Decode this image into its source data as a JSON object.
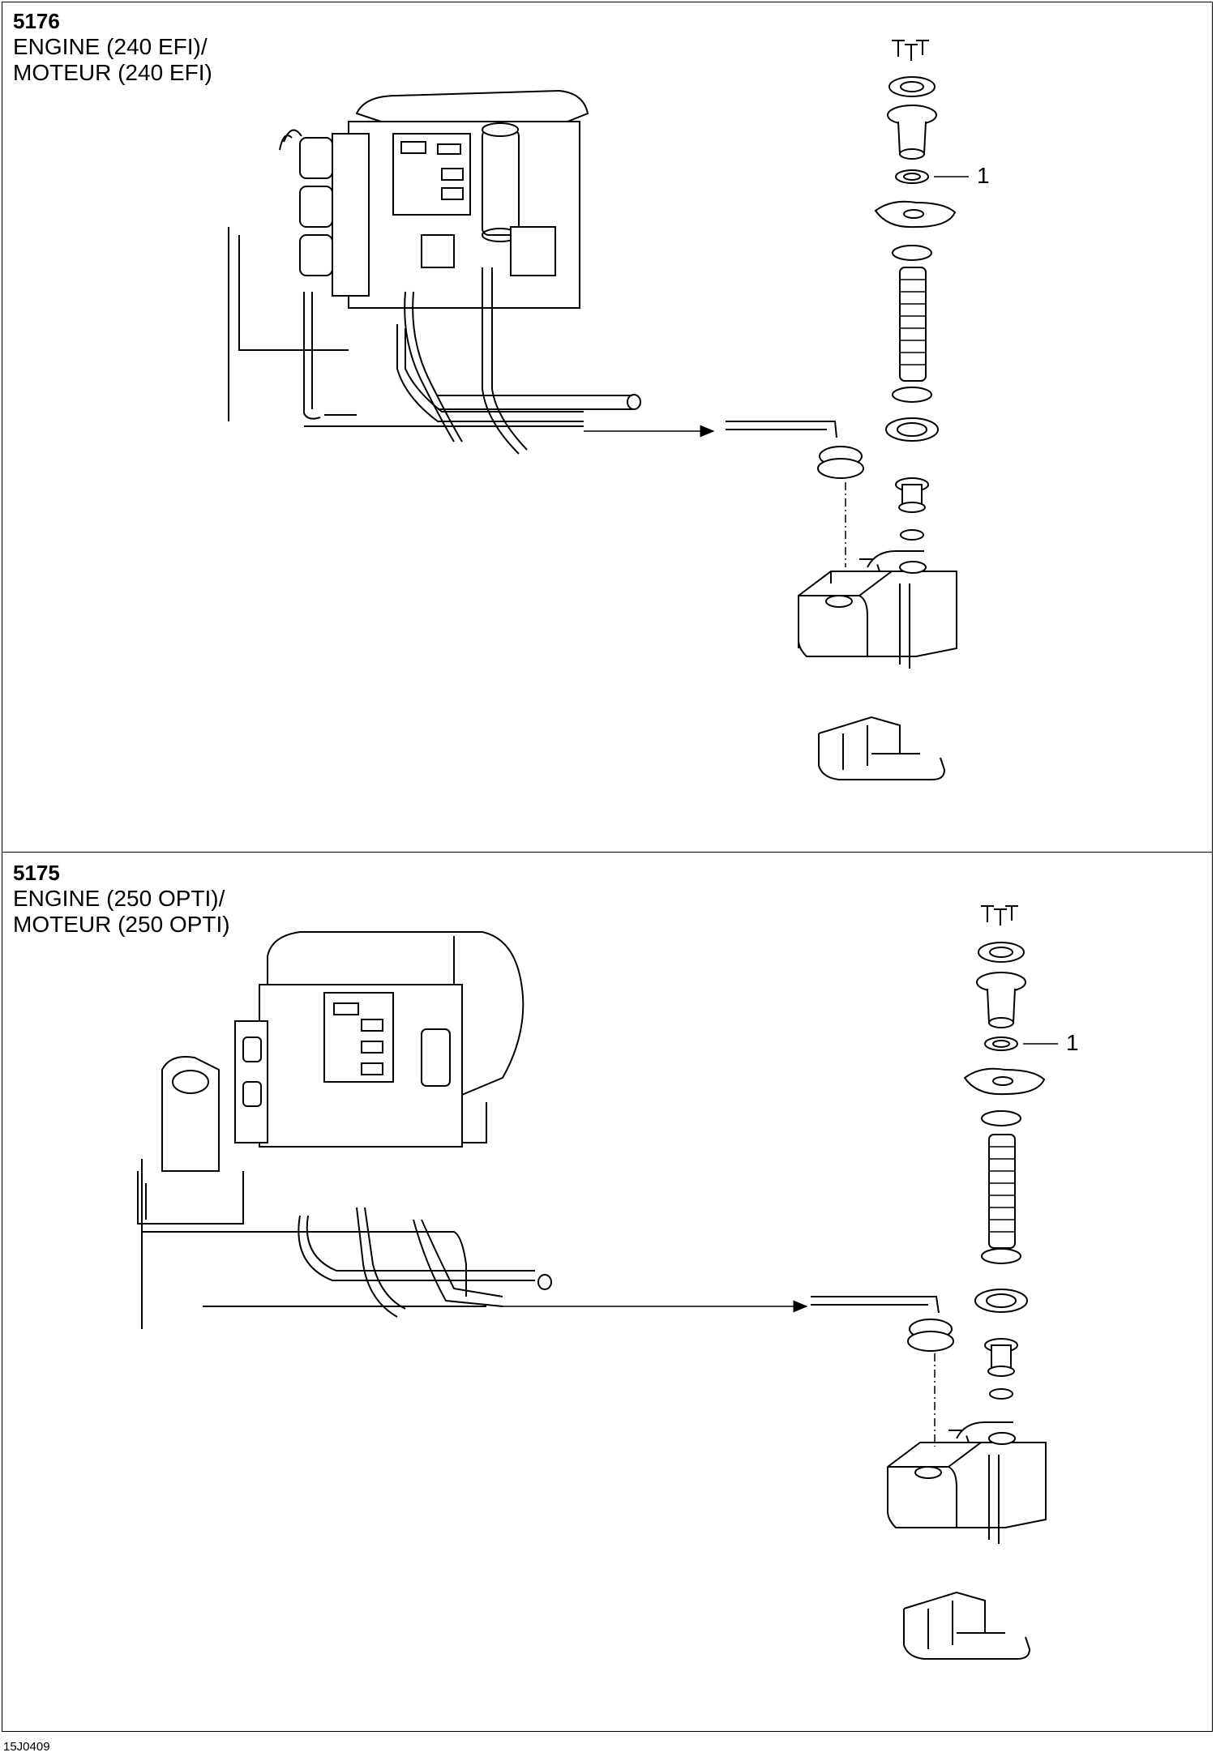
{
  "panels": [
    {
      "number": "5176",
      "title_line1": "ENGINE (240 EFI)/",
      "title_line2": "MOTEUR (240 EFI)",
      "callout": "1"
    },
    {
      "number": "5175",
      "title_line1": "ENGINE (250 OPTI)/",
      "title_line2": "MOTEUR (250 OPTI)",
      "callout": "1"
    }
  ],
  "footer": {
    "code": "15J0409"
  }
}
